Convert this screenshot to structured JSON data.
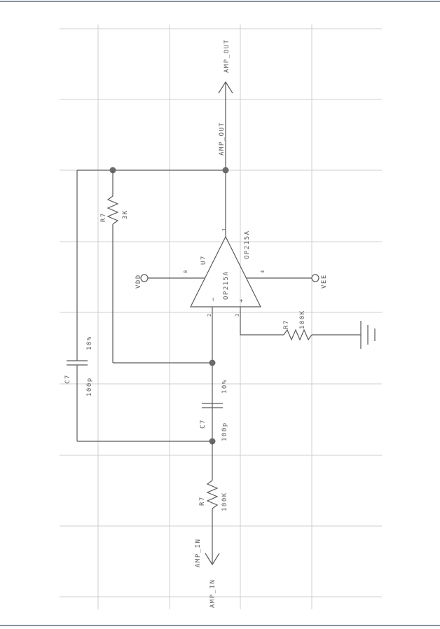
{
  "colors": {
    "wire": "#5a5a5a",
    "grid": "#cfcfcf",
    "rule": "#5e6f7d"
  },
  "nets": {
    "input": "AMP_IN",
    "output": "AMP_OUT",
    "vdd": "VDD",
    "vee": "VEE"
  },
  "opamp": {
    "ref": "U7",
    "part": "OP215A",
    "part_top": "OP215A",
    "minus": "−",
    "plus": "+",
    "pins": {
      "vdd": "8",
      "vee": "4",
      "out": "1",
      "inv": "2",
      "noninv": "3"
    }
  },
  "r_feedback": {
    "ref": "R7",
    "value": "3K"
  },
  "r_input": {
    "ref": "R7",
    "value": "100K"
  },
  "r_bias": {
    "ref": "R7",
    "value": "100K"
  },
  "c_outer": {
    "ref": "C7",
    "value": "100p",
    "tol": "10%"
  },
  "c_inner": {
    "ref": "C7",
    "value": "100p",
    "tol": "10%"
  }
}
